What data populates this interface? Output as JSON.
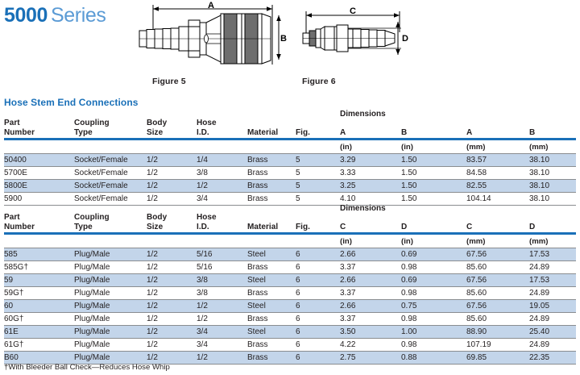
{
  "title": {
    "number": "5000",
    "word": "Series"
  },
  "figures": [
    {
      "caption": "Figure 5",
      "dim_labels": [
        "A",
        "B"
      ],
      "icon": "quick-coupler-socket-diagram"
    },
    {
      "caption": "Figure 6",
      "dim_labels": [
        "C",
        "D"
      ],
      "icon": "quick-coupler-plug-diagram"
    }
  ],
  "section_heading": "Hose Stem End Connections",
  "tables": [
    {
      "id": "socket-female-table",
      "headers": {
        "part_number": "Part\nNumber",
        "coupling_type": "Coupling\nType",
        "body_size": "Body\nSize",
        "hose_id": "Hose\nI.D.",
        "material": "Material",
        "fig": "Fig.",
        "dimensions_group": "Dimensions",
        "dim1": "A",
        "dim2": "B",
        "dim3": "A",
        "dim4": "B"
      },
      "units": {
        "dim1": "(in)",
        "dim2": "(in)",
        "dim3": "(mm)",
        "dim4": "(mm)"
      },
      "rows": [
        {
          "part_number": "50400",
          "coupling_type": "Socket/Female",
          "body_size": "1/2",
          "hose_id": "1/4",
          "material": "Brass",
          "fig": "5",
          "dim1": "3.29",
          "dim2": "1.50",
          "dim3": "83.57",
          "dim4": "38.10"
        },
        {
          "part_number": "5700E",
          "coupling_type": "Socket/Female",
          "body_size": "1/2",
          "hose_id": "3/8",
          "material": "Brass",
          "fig": "5",
          "dim1": "3.33",
          "dim2": "1.50",
          "dim3": "84.58",
          "dim4": "38.10"
        },
        {
          "part_number": "5800E",
          "coupling_type": "Socket/Female",
          "body_size": "1/2",
          "hose_id": "1/2",
          "material": "Brass",
          "fig": "5",
          "dim1": "3.25",
          "dim2": "1.50",
          "dim3": "82.55",
          "dim4": "38.10"
        },
        {
          "part_number": "5900",
          "coupling_type": "Socket/Female",
          "body_size": "1/2",
          "hose_id": "3/4",
          "material": "Brass",
          "fig": "5",
          "dim1": "4.10",
          "dim2": "1.50",
          "dim3": "104.14",
          "dim4": "38.10"
        }
      ]
    },
    {
      "id": "plug-male-table",
      "headers": {
        "part_number": "Part\nNumber",
        "coupling_type": "Coupling\nType",
        "body_size": "Body\nSize",
        "hose_id": "Hose\nI.D.",
        "material": "Material",
        "fig": "Fig.",
        "dimensions_group": "Dimensions",
        "dim1": "C",
        "dim2": "D",
        "dim3": "C",
        "dim4": "D"
      },
      "units": {
        "dim1": "(in)",
        "dim2": "(in)",
        "dim3": "(mm)",
        "dim4": "(mm)"
      },
      "rows": [
        {
          "part_number": "585",
          "coupling_type": "Plug/Male",
          "body_size": "1/2",
          "hose_id": "5/16",
          "material": "Steel",
          "fig": "6",
          "dim1": "2.66",
          "dim2": "0.69",
          "dim3": "67.56",
          "dim4": "17.53"
        },
        {
          "part_number": "585G†",
          "coupling_type": "Plug/Male",
          "body_size": "1/2",
          "hose_id": "5/16",
          "material": "Brass",
          "fig": "6",
          "dim1": "3.37",
          "dim2": "0.98",
          "dim3": "85.60",
          "dim4": "24.89"
        },
        {
          "part_number": "59",
          "coupling_type": "Plug/Male",
          "body_size": "1/2",
          "hose_id": "3/8",
          "material": "Steel",
          "fig": "6",
          "dim1": "2.66",
          "dim2": "0.69",
          "dim3": "67.56",
          "dim4": "17.53"
        },
        {
          "part_number": "59G†",
          "coupling_type": "Plug/Male",
          "body_size": "1/2",
          "hose_id": "3/8",
          "material": "Brass",
          "fig": "6",
          "dim1": "3.37",
          "dim2": "0.98",
          "dim3": "85.60",
          "dim4": "24.89"
        },
        {
          "part_number": "60",
          "coupling_type": "Plug/Male",
          "body_size": "1/2",
          "hose_id": "1/2",
          "material": "Steel",
          "fig": "6",
          "dim1": "2.66",
          "dim2": "0.75",
          "dim3": "67.56",
          "dim4": "19.05"
        },
        {
          "part_number": "60G†",
          "coupling_type": "Plug/Male",
          "body_size": "1/2",
          "hose_id": "1/2",
          "material": "Brass",
          "fig": "6",
          "dim1": "3.37",
          "dim2": "0.98",
          "dim3": "85.60",
          "dim4": "24.89"
        },
        {
          "part_number": "61E",
          "coupling_type": "Plug/Male",
          "body_size": "1/2",
          "hose_id": "3/4",
          "material": "Steel",
          "fig": "6",
          "dim1": "3.50",
          "dim2": "1.00",
          "dim3": "88.90",
          "dim4": "25.40"
        },
        {
          "part_number": "61G†",
          "coupling_type": "Plug/Male",
          "body_size": "1/2",
          "hose_id": "3/4",
          "material": "Brass",
          "fig": "6",
          "dim1": "4.22",
          "dim2": "0.98",
          "dim3": "107.19",
          "dim4": "24.89"
        },
        {
          "part_number": "B60",
          "coupling_type": "Plug/Male",
          "body_size": "1/2",
          "hose_id": "1/2",
          "material": "Brass",
          "fig": "6",
          "dim1": "2.75",
          "dim2": "0.88",
          "dim3": "69.85",
          "dim4": "22.35"
        }
      ]
    }
  ],
  "footnote": "†With Bleeder Ball Check—Reduces Hose Whip",
  "colors": {
    "accent_blue": "#1a70b8",
    "title_light_blue": "#5b9bd5",
    "row_shade": "#c3d5ea",
    "rule_gray": "#8a8d90",
    "text": "#231f20"
  }
}
